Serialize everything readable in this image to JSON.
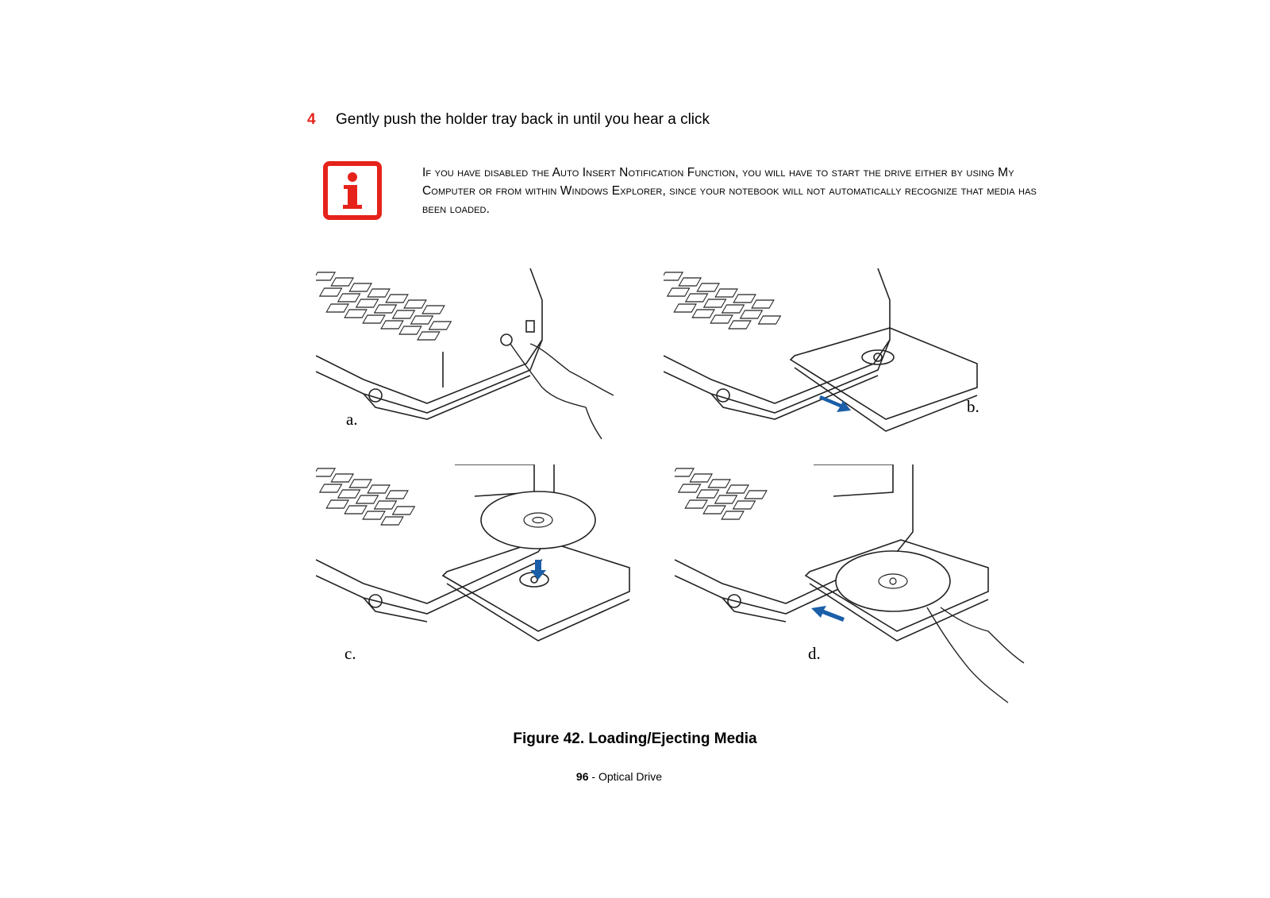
{
  "step": {
    "number": "4",
    "text": "Gently push the holder tray back in until you hear a click"
  },
  "note": {
    "icon": "info-icon",
    "text": "If you have disabled the Auto Insert Notification Function, you will have to start the drive either by using My Computer or from within Windows Explorer, since your notebook will not automatically recognize that media has been loaded."
  },
  "figure": {
    "panels": [
      {
        "label": "a."
      },
      {
        "label": "b."
      },
      {
        "label": "c."
      },
      {
        "label": "d."
      }
    ],
    "caption": "Figure 42.  Loading/Ejecting Media"
  },
  "footer": {
    "page_number": "96",
    "separator": " - ",
    "section": "Optical Drive"
  },
  "colors": {
    "accent_red": "#e5231b",
    "arrow_blue": "#1a5fa8"
  }
}
